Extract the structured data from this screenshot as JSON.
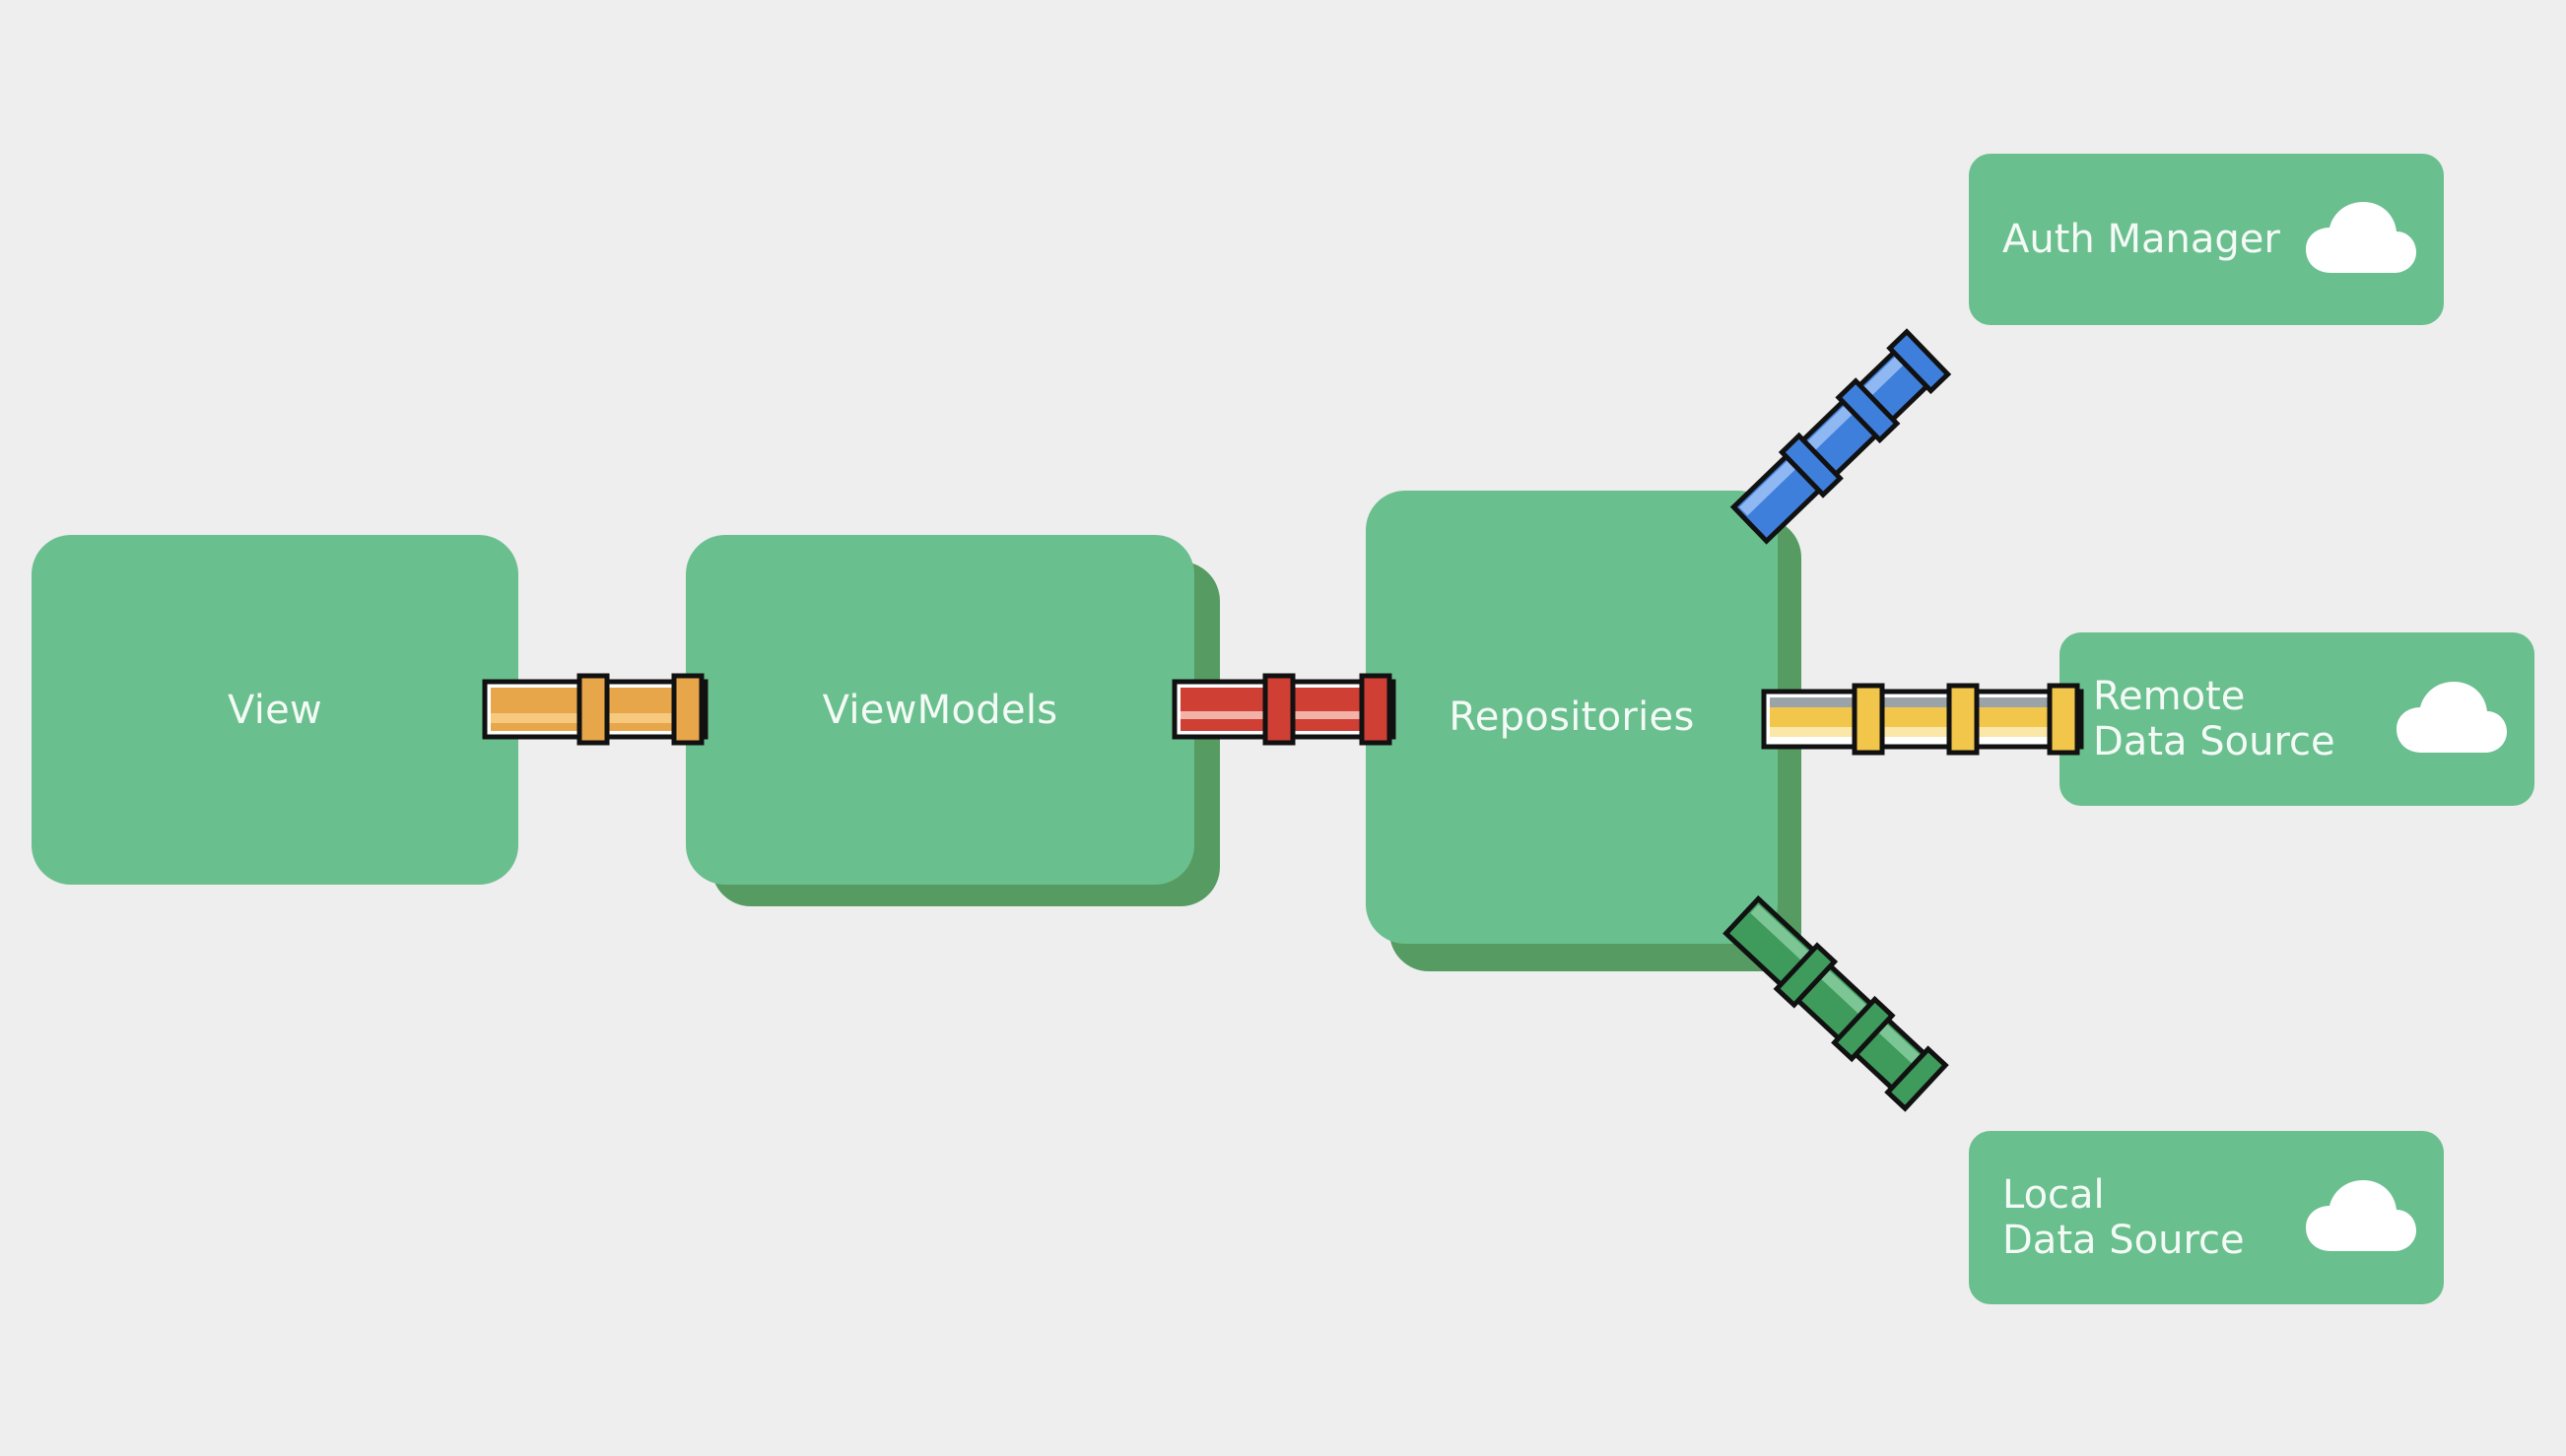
{
  "nodes": {
    "view": {
      "label": "View"
    },
    "viewmodels": {
      "label": "ViewModels"
    },
    "repositories": {
      "label": "Repositories"
    },
    "auth_manager": {
      "label": "Auth Manager",
      "icon": "cloud-icon"
    },
    "remote_data_source": {
      "label": "Remote\nData Source",
      "icon": "cloud-icon"
    },
    "local_data_source": {
      "label": "Local\nData Source",
      "icon": "cloud-icon"
    }
  },
  "colors": {
    "background": "#eeeeee",
    "box": "#6abf8e",
    "box_shadow": "#569c62",
    "box_text": "#f4fbf6",
    "pipe_view_viewmodels": "#e8a64a",
    "pipe_viewmodels_repositories": "#cf3f34",
    "pipe_repositories_auth": "#3f7fdc",
    "pipe_repositories_remote": "#f2c64a",
    "pipe_repositories_local": "#3f9b5c"
  },
  "connections": [
    {
      "from": "view",
      "to": "viewmodels"
    },
    {
      "from": "viewmodels",
      "to": "repositories"
    },
    {
      "from": "repositories",
      "to": "auth_manager"
    },
    {
      "from": "repositories",
      "to": "remote_data_source"
    },
    {
      "from": "repositories",
      "to": "local_data_source"
    }
  ]
}
